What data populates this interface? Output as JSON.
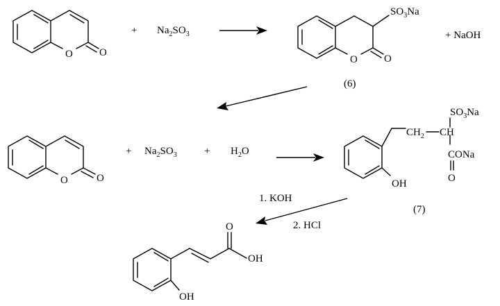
{
  "row1": {
    "plus1": "+",
    "reagent": {
      "main": "Na",
      "sub1": "2",
      "mid": "SO",
      "sub2": "3"
    },
    "product_sulfonate": {
      "main": "SO",
      "sub": "3",
      "tail": "Na"
    },
    "product_ring_o": "O",
    "product_carbonyl_o": "O",
    "byproduct": "+ NaOH",
    "label": "(6)"
  },
  "coumarin_a": {
    "ring_o": "O",
    "carbonyl_o": "O"
  },
  "row2": {
    "plus1": "+",
    "reagent": {
      "main": "Na",
      "sub1": "2",
      "mid": "SO",
      "sub2": "3"
    },
    "plus2": "+",
    "water": {
      "main": "H",
      "sub": "2",
      "tail": "O"
    },
    "coumarin_b": {
      "ring_o": "O",
      "carbonyl_o": "O"
    }
  },
  "compound7": {
    "ch2": {
      "main": "CH",
      "sub": "2"
    },
    "ch": "CH",
    "sulfonate": {
      "main": "SO",
      "sub": "3",
      "tail": "Na"
    },
    "carboxylate": "CONa",
    "carbonyl_o": "O",
    "phenol": "OH",
    "label": "(7)"
  },
  "step3": {
    "condition1": "1. KOH",
    "condition2": "2. HCl"
  },
  "final": {
    "carbonyl_o": "O",
    "acid_oh": "OH",
    "phenol": "OH"
  }
}
